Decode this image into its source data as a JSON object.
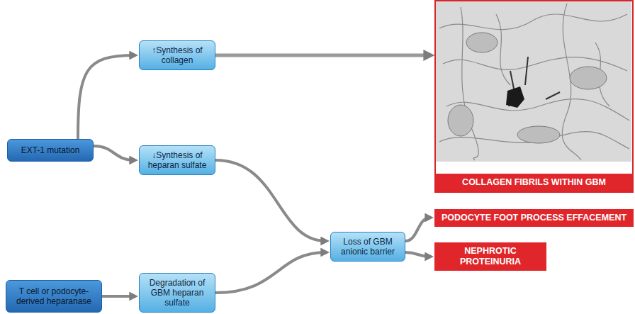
{
  "diagram": {
    "nodes": [
      {
        "text": [
          "EXT-1 mutation"
        ]
      },
      {
        "text": [
          "↑Synthesis of collagen"
        ]
      },
      {
        "text": [
          "↓Synthesis of heparan sulfate"
        ]
      },
      {
        "text": [
          "Loss of GBM anionic barrier"
        ]
      },
      {
        "text": [
          "T cell or podocyte-derived heparanase"
        ]
      },
      {
        "text": [
          "Degradation of GBM heparan sulfate"
        ]
      },
      {
        "text": [
          "COLLAGEN FIBRILS WITHIN GBM"
        ]
      },
      {
        "text": [
          "PODOCYTE FOOT PROCESS EFFACEMENT"
        ]
      },
      {
        "text": [
          "NEPHROTIC PROTEINURIA"
        ]
      }
    ],
    "edges": [
      {
        "from": 0,
        "to": 1,
        "arrow": "to"
      },
      {
        "from": 0,
        "to": 2,
        "arrow": "to"
      },
      {
        "from": 1,
        "to": 6,
        "arrow": "to"
      },
      {
        "from": 2,
        "to": 3,
        "arrow": "to"
      },
      {
        "from": 4,
        "to": 5,
        "arrow": "to"
      },
      {
        "from": 5,
        "to": 3,
        "arrow": "to"
      },
      {
        "from": 3,
        "to": 7,
        "arrow": "to"
      },
      {
        "from": 3,
        "to": 8,
        "arrow": "to"
      }
    ]
  }
}
